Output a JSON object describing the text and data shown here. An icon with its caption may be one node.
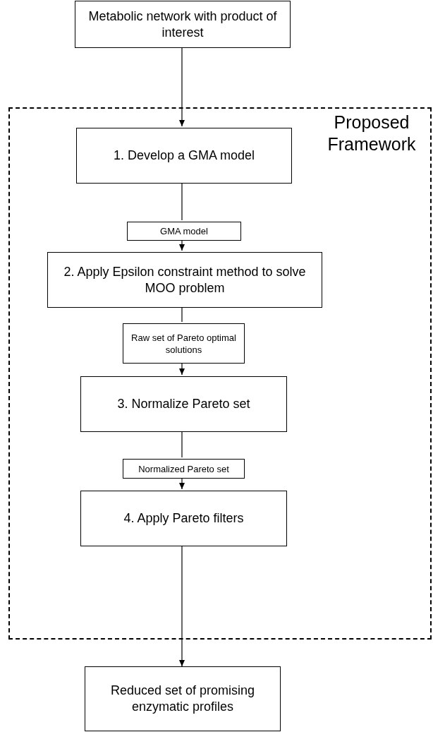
{
  "diagram": {
    "nodes": [
      {
        "text": [
          "Metabolic network with product of interest"
        ]
      },
      {
        "text": [
          "Proposed Framework"
        ]
      },
      {
        "text": [
          "1. Develop a GMA model"
        ],
        "in": 1
      },
      {
        "text": [
          "GMA model"
        ],
        "in": 1
      },
      {
        "text": [
          "2. Apply Epsilon constraint method to solve MOO problem"
        ],
        "in": 1
      },
      {
        "text": [
          "Raw set of Pareto optimal solutions"
        ],
        "in": 1
      },
      {
        "text": [
          "3. Normalize Pareto set"
        ],
        "in": 1
      },
      {
        "text": [
          "Normalized Pareto set"
        ],
        "in": 1
      },
      {
        "text": [
          "4. Apply Pareto filters"
        ],
        "in": 1
      },
      {
        "text": [
          "Reduced set of promising enzymatic profiles"
        ]
      }
    ],
    "edges": [
      {
        "from": 0,
        "to": 2,
        "arrow": "to"
      },
      {
        "from": 2,
        "to": 3,
        "arrow": "none"
      },
      {
        "from": 3,
        "to": 4,
        "arrow": "to"
      },
      {
        "from": 4,
        "to": 5,
        "arrow": "none"
      },
      {
        "from": 5,
        "to": 6,
        "arrow": "to"
      },
      {
        "from": 6,
        "to": 7,
        "arrow": "none"
      },
      {
        "from": 7,
        "to": 8,
        "arrow": "to"
      },
      {
        "from": 8,
        "to": 9,
        "arrow": "to"
      }
    ]
  }
}
